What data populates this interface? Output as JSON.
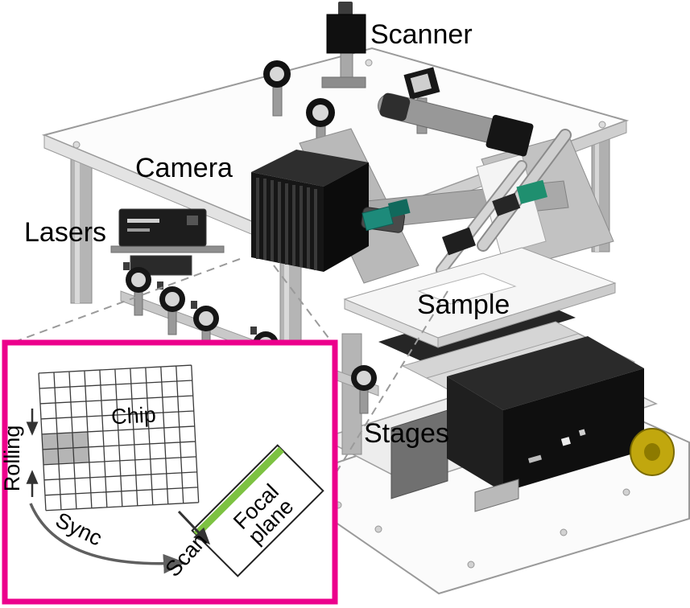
{
  "figure": {
    "type": "3d-apparatus-diagram",
    "labels": {
      "scanner": "Scanner",
      "camera": "Camera",
      "lasers": "Lasers",
      "sample": "Sample",
      "stages": "Stages"
    },
    "inset": {
      "chip_label": "Chip",
      "rolling_label": "Rolling",
      "sync_label": "Sync",
      "scan_label": "Scan",
      "focal_plane_line1": "Focal",
      "focal_plane_line2": "plane",
      "grid": {
        "columns": 10,
        "rows": 9
      }
    },
    "colors": {
      "inset_border_magenta": "#ec008c",
      "focal_plane_green": "#7dc242",
      "label_text": "#000000",
      "dashed_connector": "#9a9a9a",
      "stage_knob_yellow": "#c1a70e"
    }
  }
}
